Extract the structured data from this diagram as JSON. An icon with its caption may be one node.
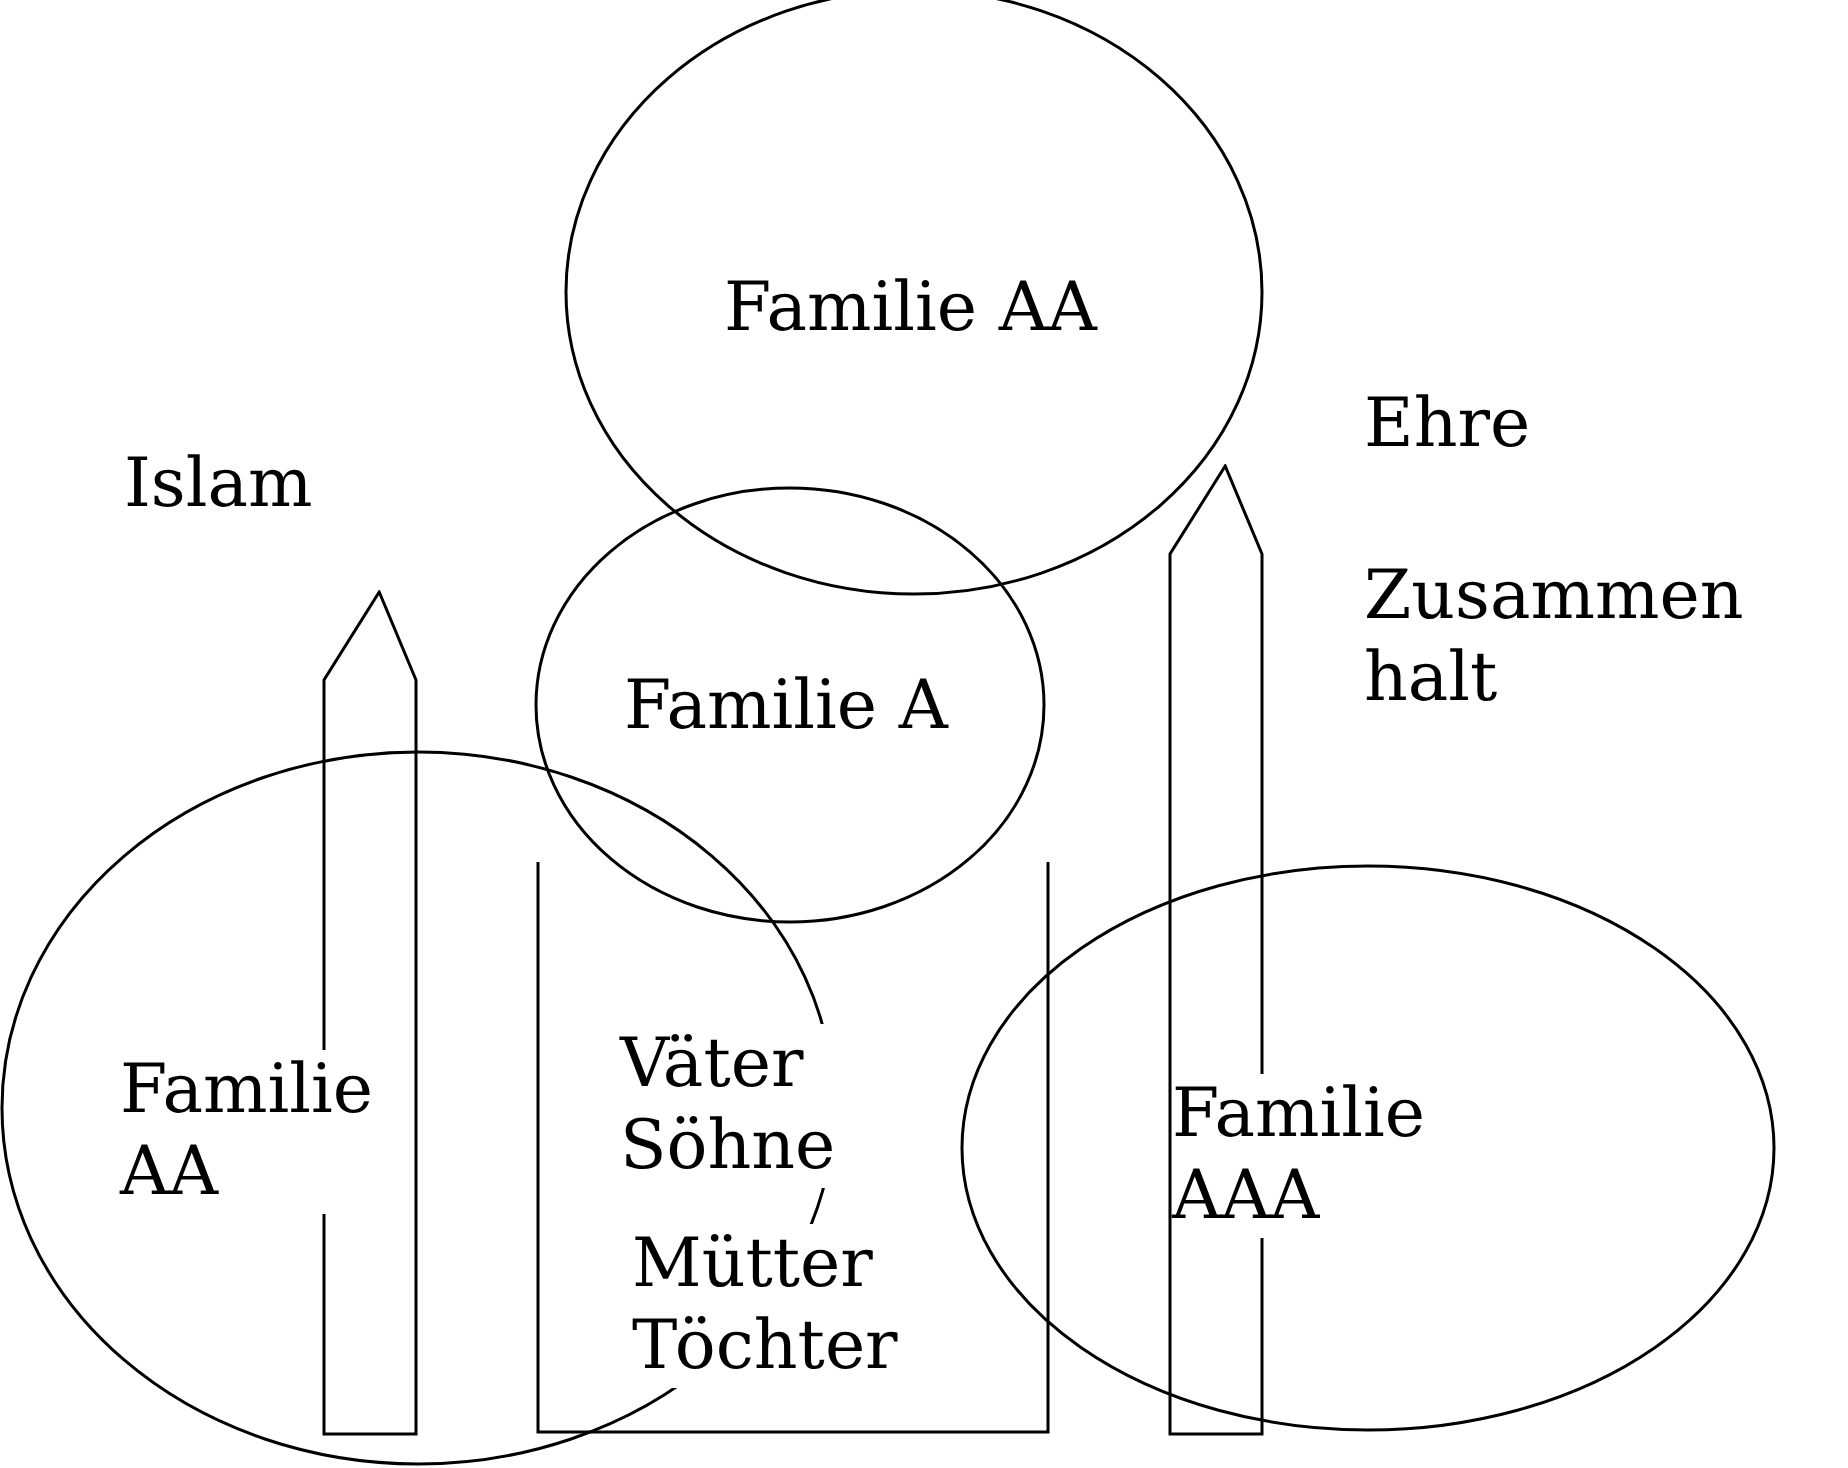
{
  "diagram": {
    "nodes": [
      {
        "text": [
          "Familie AA"
        ]
      },
      {
        "text": [
          "Familie A"
        ]
      },
      {
        "text": [
          "Familie AA"
        ]
      },
      {
        "text": [
          "Väter Söhne",
          "Mütter Töchter"
        ]
      },
      {
        "text": [
          "Familie AAA"
        ]
      }
    ],
    "labels": [
      "Islam",
      "Ehre",
      "Zusammen halt"
    ]
  }
}
